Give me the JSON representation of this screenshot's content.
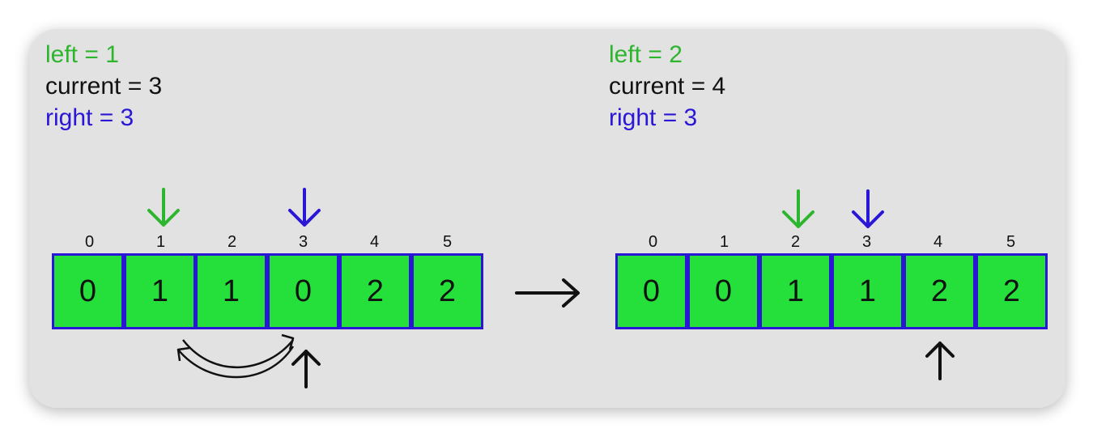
{
  "left_panel": {
    "left_label": "left = 1",
    "current_label": "current = 3",
    "right_label": "right = 3",
    "indices": [
      "0",
      "1",
      "2",
      "3",
      "4",
      "5"
    ],
    "cells": [
      "0",
      "1",
      "1",
      "0",
      "2",
      "2"
    ]
  },
  "right_panel": {
    "left_label": "left = 2",
    "current_label": "current = 4",
    "right_label": "right = 3",
    "indices": [
      "0",
      "1",
      "2",
      "3",
      "4",
      "5"
    ],
    "cells": [
      "0",
      "0",
      "1",
      "1",
      "2",
      "2"
    ]
  },
  "colors": {
    "left_pointer": "#2db52d",
    "right_pointer": "#2a16d6",
    "cell_fill": "#25e03a",
    "cell_border": "#2a16d6"
  }
}
